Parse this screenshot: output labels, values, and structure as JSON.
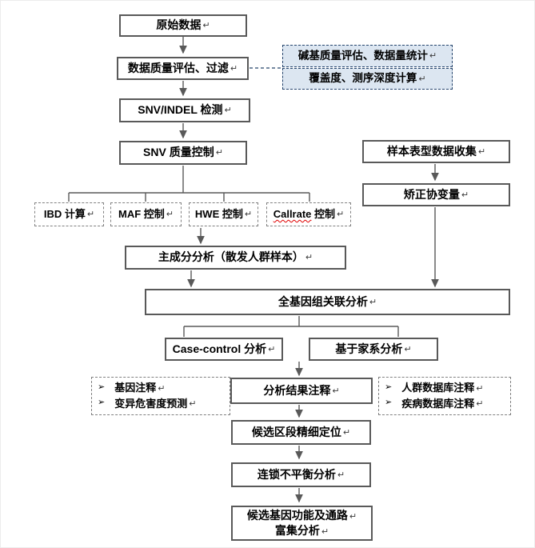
{
  "marks": {
    "return": "↵",
    "bullet": "➢"
  },
  "colors": {
    "box_border": "#595959",
    "dashed_border": "#808080",
    "note_fill": "#dce6f1",
    "note_border": "#24436b",
    "connector": "#595959",
    "spellcheck_underline": "#e00000"
  },
  "nodes": {
    "raw_data": {
      "label": "原始数据"
    },
    "qc_filter": {
      "label": "数据质量评估、过滤"
    },
    "base_quality": {
      "label": "碱基质量评估、数据量统计"
    },
    "coverage": {
      "label": "覆盖度、测序深度计算"
    },
    "snv_indel": {
      "label": "SNV/INDEL 检测"
    },
    "snv_qc": {
      "label": "SNV 质量控制"
    },
    "sample_pheno": {
      "label": "样本表型数据收集"
    },
    "covariate": {
      "label": "矫正协变量"
    },
    "ibd": {
      "label": "IBD 计算"
    },
    "maf": {
      "label": "MAF 控制"
    },
    "hwe": {
      "label": "HWE 控制"
    },
    "callrate": {
      "label_en": "Callrate",
      "label_zh": " 控制"
    },
    "pca": {
      "label": "主成分分析（散发人群样本）"
    },
    "gwas": {
      "label": "全基因组关联分析"
    },
    "case_control": {
      "label": "Case-control 分析"
    },
    "family": {
      "label": "基于家系分析"
    },
    "gene_annot": {
      "label": "基因注释"
    },
    "variant_pred": {
      "label": "变异危害度预测"
    },
    "result_annot": {
      "label": "分析结果注释"
    },
    "pop_db": {
      "label": "人群数据库注释"
    },
    "disease_db": {
      "label": "疾病数据库注释"
    },
    "fine_mapping": {
      "label": "候选区段精细定位"
    },
    "ld": {
      "label": "连锁不平衡分析"
    },
    "enrichment": {
      "line1": "候选基因功能及通路",
      "line2": "富集分析"
    }
  }
}
